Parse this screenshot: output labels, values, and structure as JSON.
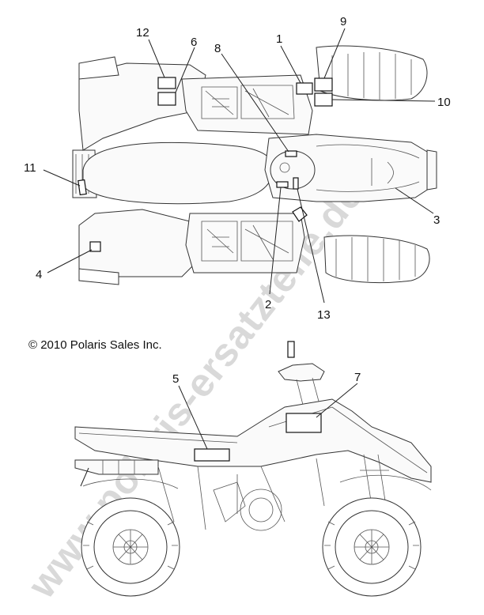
{
  "watermark": "www.polaris-ersatzteile.de",
  "copyright": "© 2010 Polaris Sales Inc.",
  "callouts": {
    "c1": "1",
    "c2": "2",
    "c3": "3",
    "c4": "4",
    "c5": "5",
    "c6": "6",
    "c7": "7",
    "c8": "8",
    "c9": "9",
    "c10": "10",
    "c11": "11",
    "c12": "12",
    "c13": "13"
  }
}
